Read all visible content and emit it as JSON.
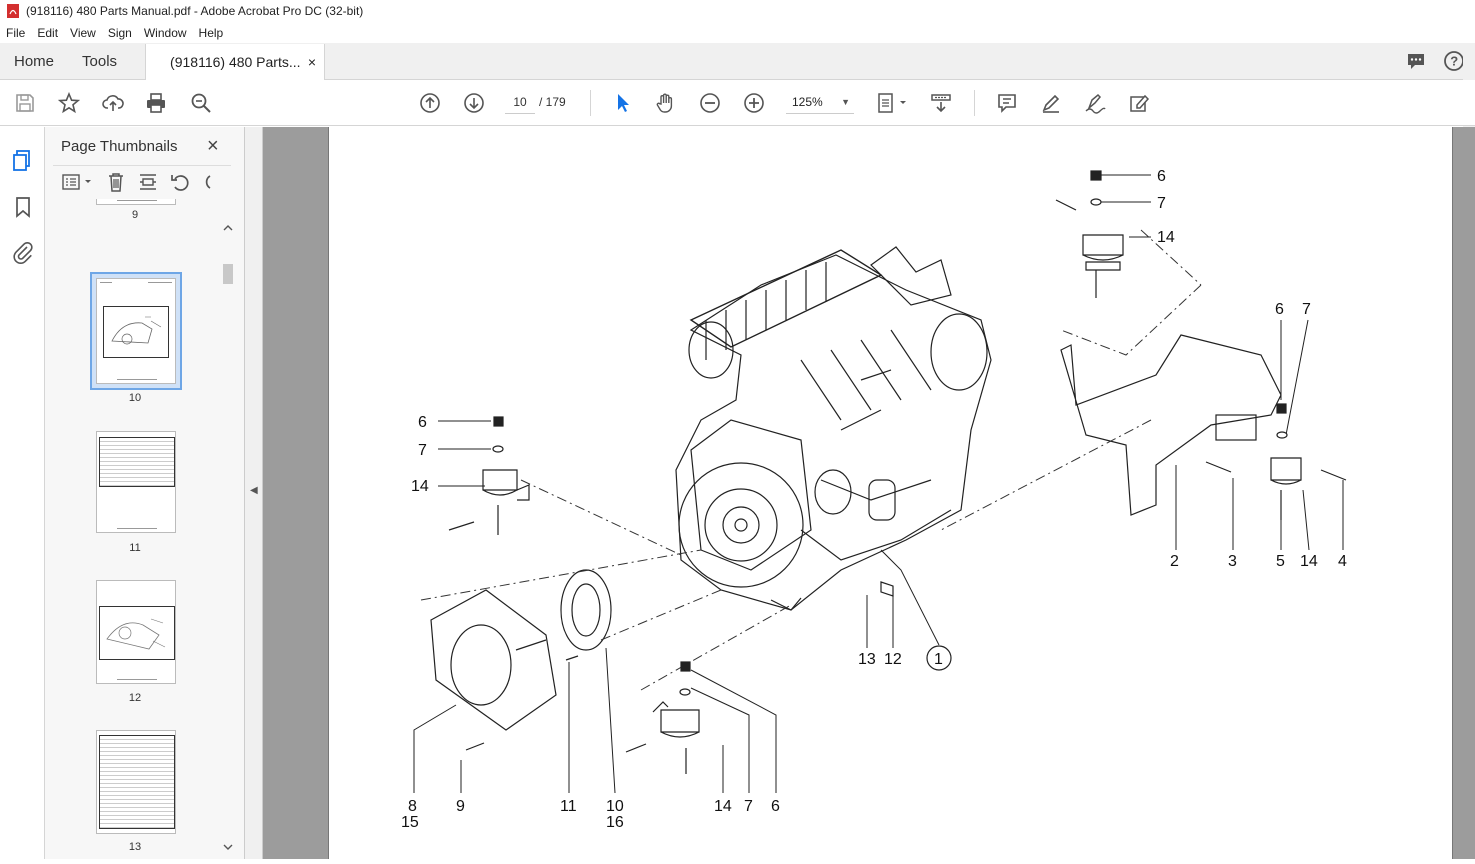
{
  "window": {
    "title": "(918116) 480 Parts Manual.pdf - Adobe Acrobat Pro DC (32-bit)"
  },
  "menu": [
    "File",
    "Edit",
    "View",
    "Sign",
    "Window",
    "Help"
  ],
  "tabs": {
    "home": "Home",
    "tools": "Tools",
    "document": "(918116) 480 Parts...",
    "close": "×"
  },
  "toolbar": {
    "current_page": "10",
    "total_pages": "/ 179",
    "zoom": "125%"
  },
  "thumbnails_panel": {
    "title": "Page Thumbnails",
    "close": "×",
    "pages": [
      "9",
      "10",
      "11",
      "12",
      "13"
    ],
    "selected": "10"
  },
  "diagram_labels": [
    "6",
    "7",
    "14",
    "6",
    "7",
    "6",
    "7",
    "14",
    "2",
    "3",
    "5",
    "14",
    "4",
    "13",
    "12",
    "1",
    "8",
    "15",
    "9",
    "11",
    "10",
    "16",
    "14",
    "7",
    "6"
  ],
  "colors": {
    "accent": "#1473e6",
    "selected_thumb_border": "#6ea6e6",
    "acrobat_red": "#d32f2f"
  }
}
